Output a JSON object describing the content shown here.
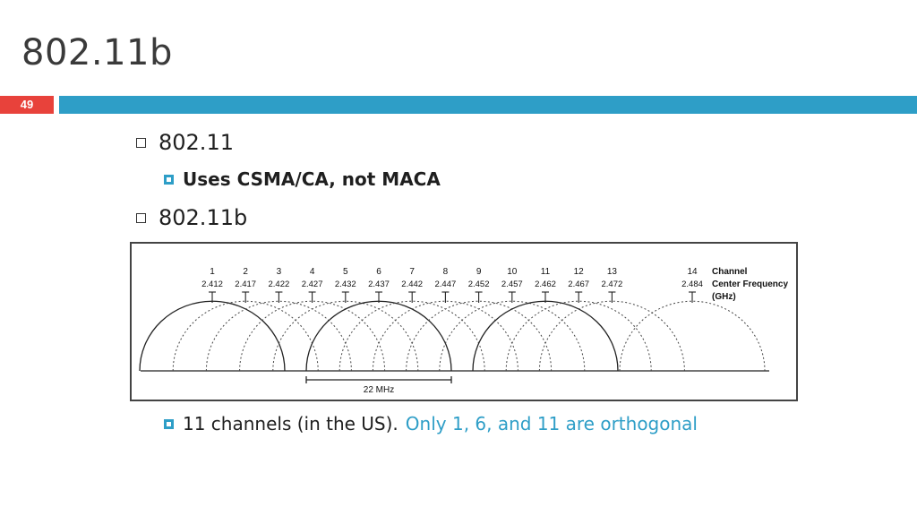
{
  "slide": {
    "title": "802.11b",
    "page_number": "49"
  },
  "bullets": {
    "b1_label": "802.11",
    "b1_sub": "Uses CSMA/CA, not MACA",
    "b2_label": "802.11b",
    "b2_sub_black": "11 channels (in the US).",
    "b2_sub_accent": "Only 1, 6, and 11 are orthogonal"
  },
  "figure": {
    "channels": [
      {
        "ch": "1",
        "freq": "2.412"
      },
      {
        "ch": "2",
        "freq": "2.417"
      },
      {
        "ch": "3",
        "freq": "2.422"
      },
      {
        "ch": "4",
        "freq": "2.427"
      },
      {
        "ch": "5",
        "freq": "2.432"
      },
      {
        "ch": "6",
        "freq": "2.437"
      },
      {
        "ch": "7",
        "freq": "2.442"
      },
      {
        "ch": "8",
        "freq": "2.447"
      },
      {
        "ch": "9",
        "freq": "2.452"
      },
      {
        "ch": "10",
        "freq": "2.457"
      },
      {
        "ch": "11",
        "freq": "2.462"
      },
      {
        "ch": "12",
        "freq": "2.467"
      },
      {
        "ch": "13",
        "freq": "2.472"
      },
      {
        "ch": "14",
        "freq": "2.484"
      }
    ],
    "legend_line1": "Channel",
    "legend_line2": "Center Frequency",
    "legend_line3": "(GHz)",
    "bandwidth_label": "22 MHz",
    "orthogonal_channels": [
      "1",
      "6",
      "11"
    ]
  },
  "colors": {
    "accent": "#2e9ec7",
    "page_badge": "#e8423b"
  }
}
